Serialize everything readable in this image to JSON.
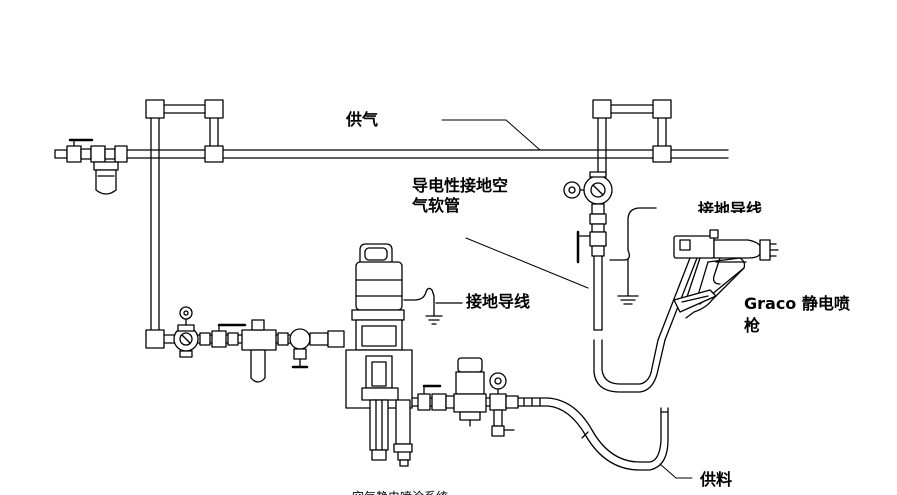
{
  "labels": {
    "air_supply": "供气",
    "conductive_hose_line1": "导电性接地空",
    "conductive_hose_line2": "气软管",
    "ground_wire_top": "接地导线",
    "ground_wire_pump": "接地导线",
    "gun_line1": "Graco 静电喷",
    "gun_line2": "枪",
    "fluid_supply": "供料",
    "bottom_caption": "空气静电喷涂系统"
  },
  "colors": {
    "line": "#000000",
    "background": "#ffffff"
  }
}
